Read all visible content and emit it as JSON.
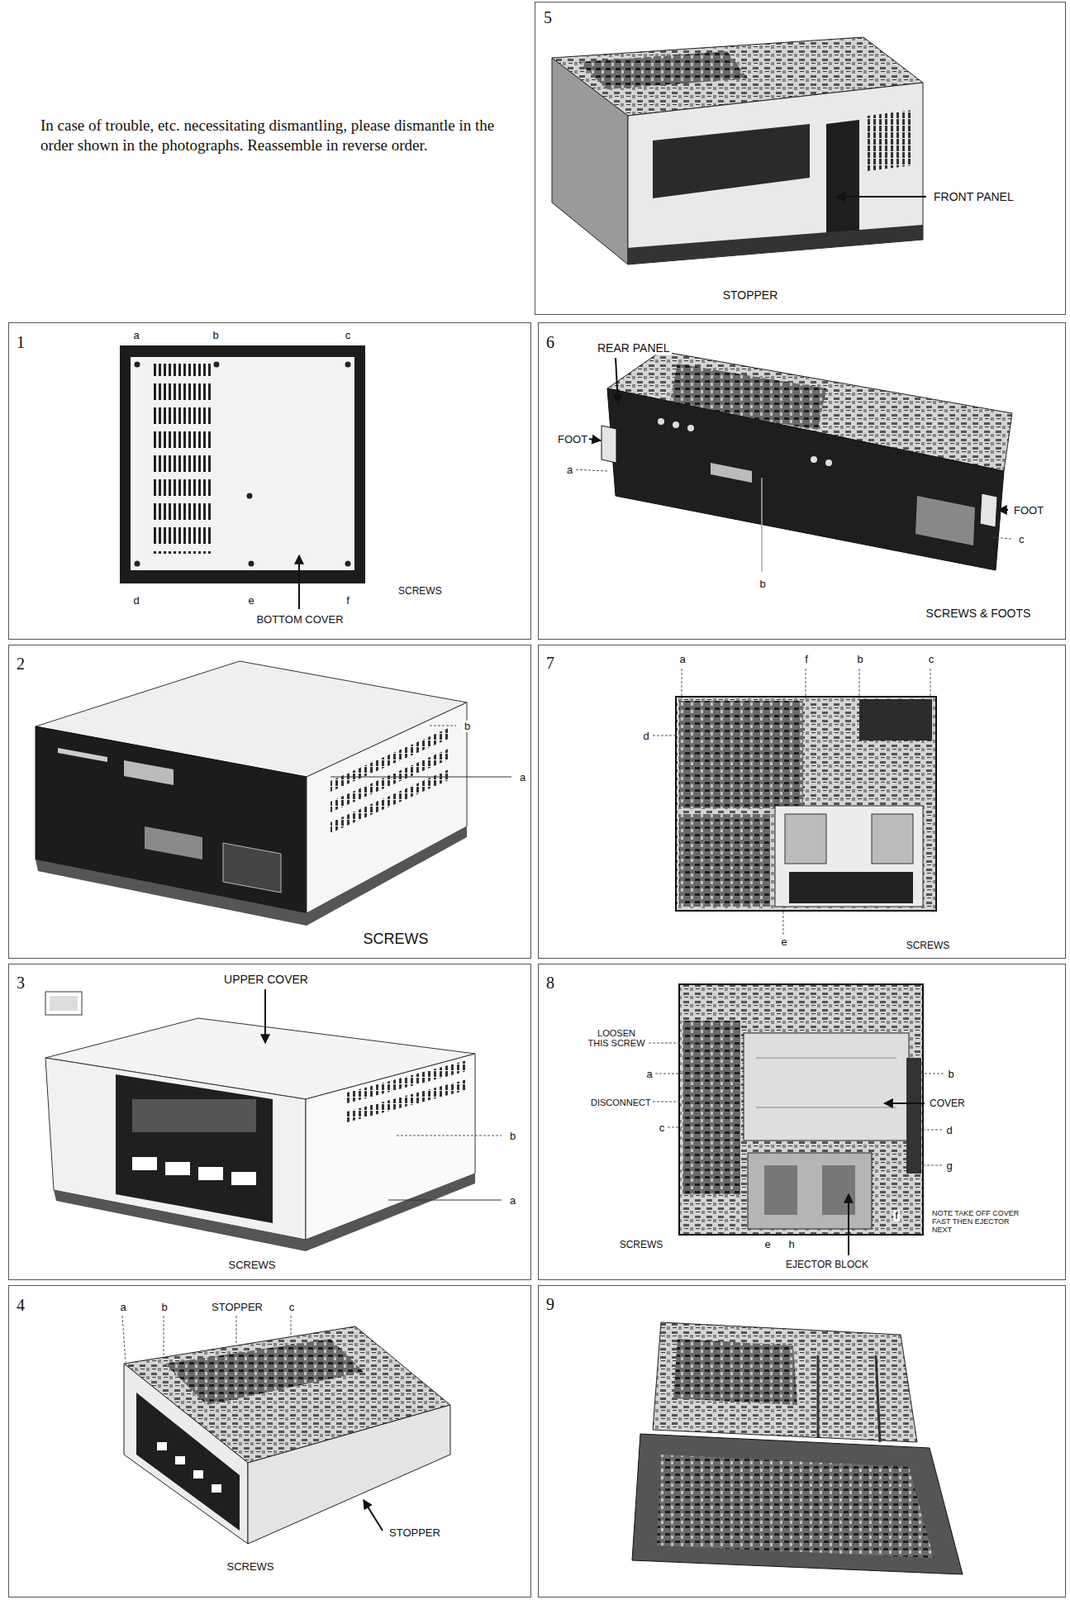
{
  "diagram": {
    "nodes": [
      {
        "text": [
          "5",
          "FRONT PANEL",
          "STOPPER"
        ]
      },
      {
        "text": [
          "1",
          "a",
          "b",
          "c",
          "d",
          "e",
          "f",
          "SCREWS",
          "BOTTOM COVER"
        ]
      },
      {
        "text": [
          "6",
          "REAR PANEL",
          "FOOT",
          "a",
          "FOOT",
          "c",
          "b",
          "SCREWS & FOOTS"
        ]
      },
      {
        "text": [
          "2",
          "b",
          "a",
          "SCREWS"
        ]
      },
      {
        "text": [
          "7",
          "a",
          "f",
          "b",
          "c",
          "d",
          "e",
          "SCREWS"
        ]
      },
      {
        "text": [
          "3",
          "UPPER COVER",
          "b",
          "a",
          "SCREWS"
        ]
      },
      {
        "text": [
          "8",
          "LOOSEN THIS SCREW",
          "a",
          "b",
          "DISCONNECT",
          "COVER",
          "c",
          "d",
          "g",
          "SCREWS",
          "e",
          "h",
          "f",
          "EJECTOR BLOCK",
          "NOTE TAKE OFF COVER FAST THEN EJECTOR NEXT"
        ]
      },
      {
        "text": [
          "4",
          "a",
          "b",
          "STOPPER",
          "c",
          "STOPPER",
          "SCREWS"
        ]
      },
      {
        "text": [
          "9"
        ]
      }
    ],
    "labels": [
      "In case of trouble, etc. necessitating dismantling, please dismantle in the order shown in the photographs. Reassemble in reverse order."
    ]
  }
}
